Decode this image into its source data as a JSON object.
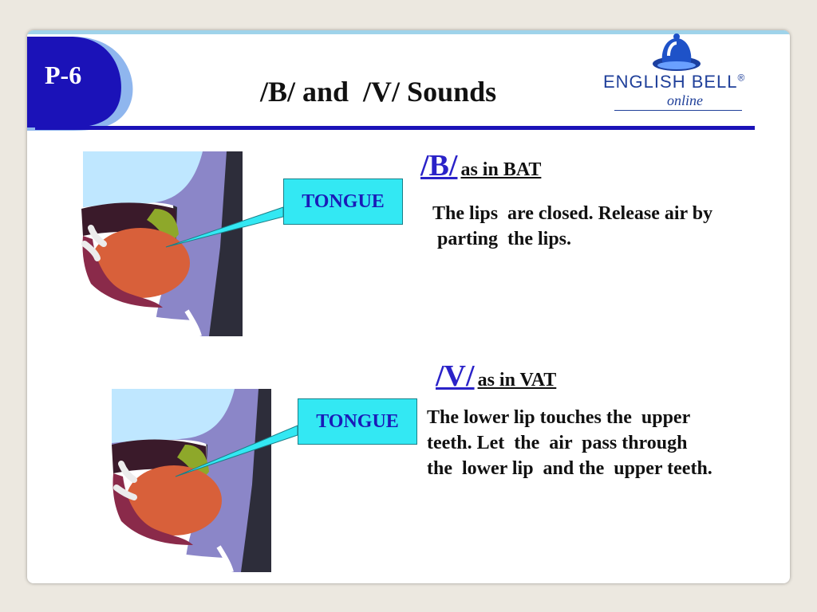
{
  "page": {
    "label": "P-6",
    "title": "/B/ and  /V/ Sounds"
  },
  "logo": {
    "name": "ENGLISH BELL",
    "registered_mark": "®",
    "sub": "online",
    "icon": "bell-icon"
  },
  "sections": [
    {
      "symbol": "/B/",
      "as_in": "as in  BAT",
      "callout": "TONGUE",
      "description": [
        "The lips  are closed. Release air by",
        " parting  the lips."
      ]
    },
    {
      "symbol": "/V/",
      "as_in": "as in  VAT",
      "callout": "TONGUE",
      "description": [
        "The lower lip touches the  upper",
        "teeth. Let  the  air  pass through",
        "the  lower lip  and the  upper teeth."
      ]
    }
  ],
  "colors": {
    "accent_blue": "#1b12b8",
    "callout_cyan": "#33e8f3",
    "symbol_blue": "#2a22c8",
    "tongue": "#d8603a"
  }
}
